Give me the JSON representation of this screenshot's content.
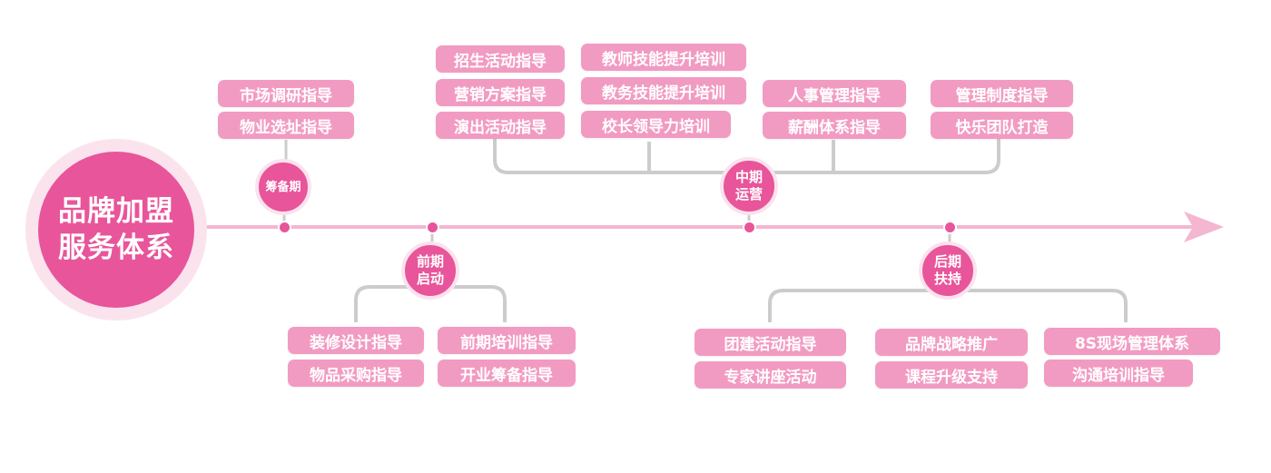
{
  "colors": {
    "primary": "#e8559a",
    "light": "#f29bc2",
    "halo": "#fbe3ee",
    "timeline": "#f4b6d0",
    "connector": "#cccccc"
  },
  "center": {
    "line1": "品牌加盟",
    "line2": "服务体系"
  },
  "phases": {
    "preparation": {
      "label": "筹备期"
    },
    "early": {
      "line1": "前期",
      "line2": "启动"
    },
    "mid": {
      "line1": "中期",
      "line2": "运营"
    },
    "late": {
      "line1": "后期",
      "line2": "扶持"
    }
  },
  "items": {
    "preparation": [
      "市场调研指导",
      "物业选址指导"
    ],
    "early_left": [
      "装修设计指导",
      "物品采购指导"
    ],
    "early_right": [
      "前期培训指导",
      "开业筹备指导"
    ],
    "mid_col1": [
      "招生活动指导",
      "营销方案指导",
      "演出活动指导"
    ],
    "mid_col2": [
      "教师技能提升培训",
      "教务技能提升培训",
      "校长领导力培训"
    ],
    "mid_col3": [
      "人事管理指导",
      "薪酬体系指导"
    ],
    "mid_col4": [
      "管理制度指导",
      "快乐团队打造"
    ],
    "late_col1": [
      "团建活动指导",
      "专家讲座活动"
    ],
    "late_col2": [
      "品牌战略推广",
      "课程升级支持"
    ],
    "late_col3": [
      "8S现场管理体系",
      "沟通培训指导"
    ]
  }
}
